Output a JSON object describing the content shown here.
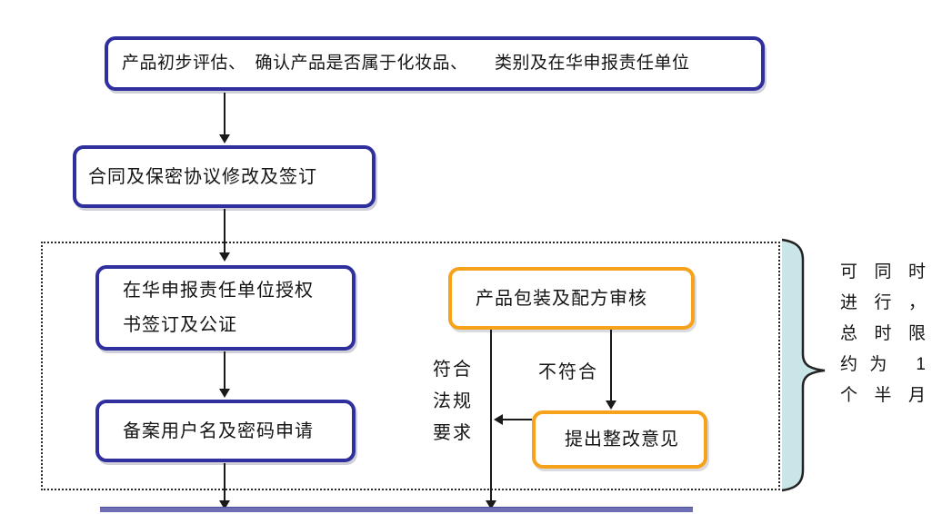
{
  "diagram": {
    "nodes": {
      "initial_assessment": "产品初步评估、　确认产品是否属于化妆品、　　类别及在华申报责任单位",
      "contract": "合同及保密协议修改及签订",
      "authorization": {
        "line1": "在华申报责任单位授权",
        "line2": "书签订及公证"
      },
      "filing_account": "备案用户名及密码申请",
      "packaging_review": "产品包装及配方审核",
      "rectification": "提出整改意见"
    },
    "branch_labels": {
      "comply": {
        "line1": "符合",
        "line2": "法规",
        "line3": "要求"
      },
      "not_comply": "不符合"
    },
    "side_note": {
      "line1": "可同时",
      "line2": "进行，",
      "line3": "总时限",
      "line4": "约为 1",
      "line5": "个半月"
    },
    "colors": {
      "blue_border": "#2f2f9e",
      "orange_border": "#f6a21b",
      "brace_fill": "#c9e5e7",
      "brace_outline": "#222222",
      "bottom_bar": "#6e6eb4",
      "arrow": "#1a1a1a"
    }
  }
}
